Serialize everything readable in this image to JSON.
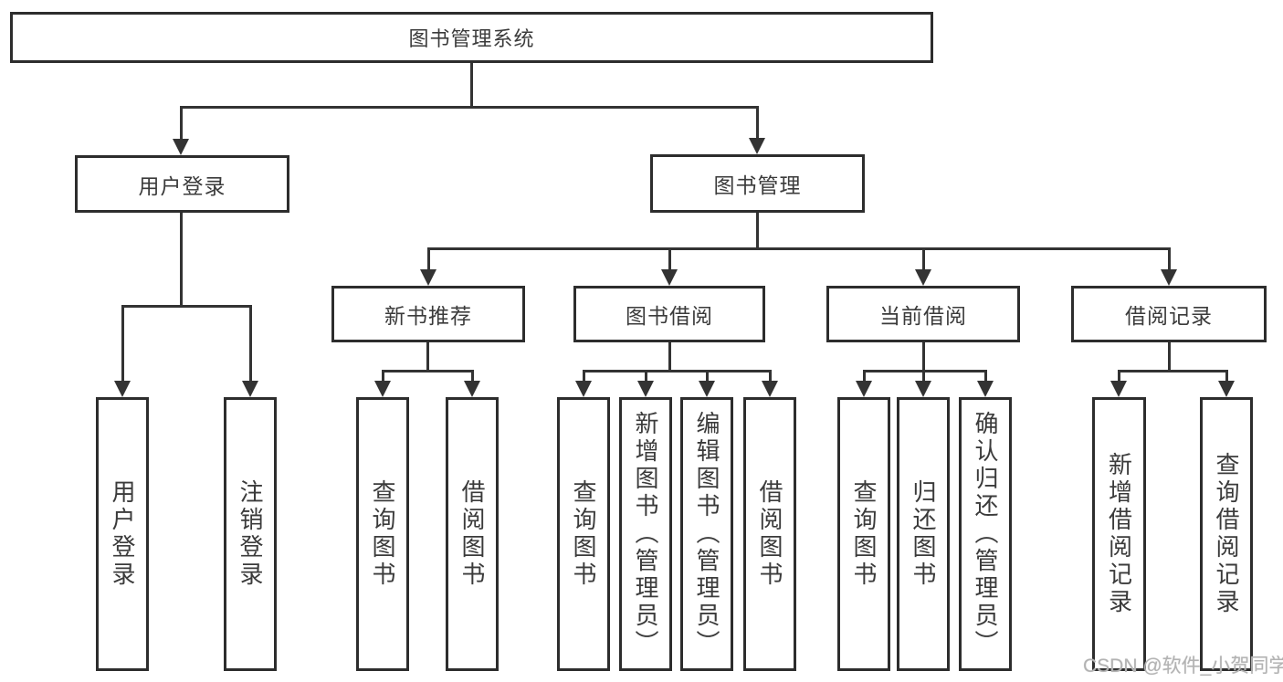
{
  "colors": {
    "line": "#333333",
    "box_border": "#2d2d2d",
    "text": "#3b3b3b",
    "watermark": "#b3b3b3",
    "background": "#ffffff"
  },
  "watermark": "CSDN @软件_小贺同学",
  "tree": {
    "root": "图书管理系统",
    "children": [
      {
        "label": "用户登录",
        "children": [
          "用户登录",
          "注销登录"
        ]
      },
      {
        "label": "图书管理",
        "children": [
          {
            "label": "新书推荐",
            "children": [
              "查询图书",
              "借阅图书"
            ]
          },
          {
            "label": "图书借阅",
            "children": [
              "查询图书",
              "新增图书（管理员）",
              "编辑图书（管理员）",
              "借阅图书"
            ]
          },
          {
            "label": "当前借阅",
            "children": [
              "查询图书",
              "归还图书",
              "确认归还（管理员）"
            ]
          },
          {
            "label": "借阅记录",
            "children": [
              "新增借阅记录",
              "查询借阅记录"
            ]
          }
        ]
      }
    ]
  }
}
